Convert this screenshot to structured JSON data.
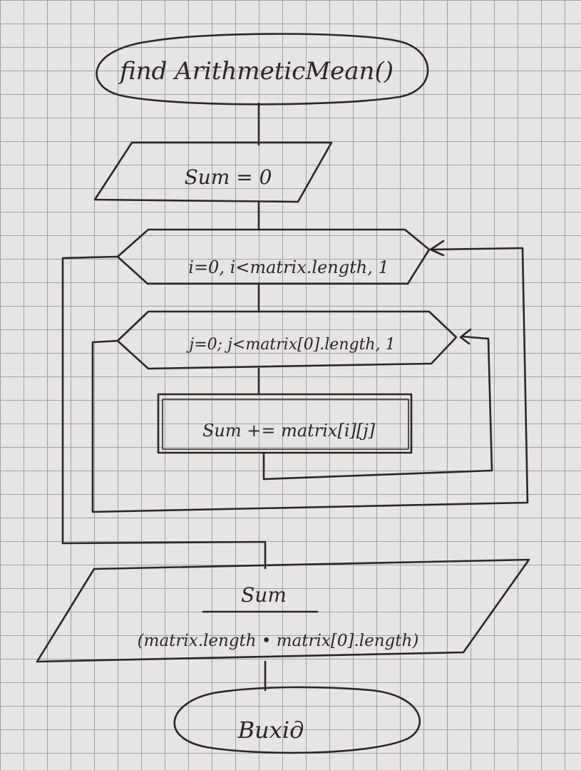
{
  "diagram": {
    "start_label": "find ArithmeticMean()",
    "init_label": "Sum = 0",
    "outer_loop_label": "i=0, i<matrix.length, 1",
    "inner_loop_label": "j=0; j<matrix[0].length, 1",
    "body_label": "Sum += matrix[i][j]",
    "output_numerator": "Sum",
    "output_denominator": "(matrix.length • matrix[0].length)",
    "end_label": "Вихід"
  }
}
